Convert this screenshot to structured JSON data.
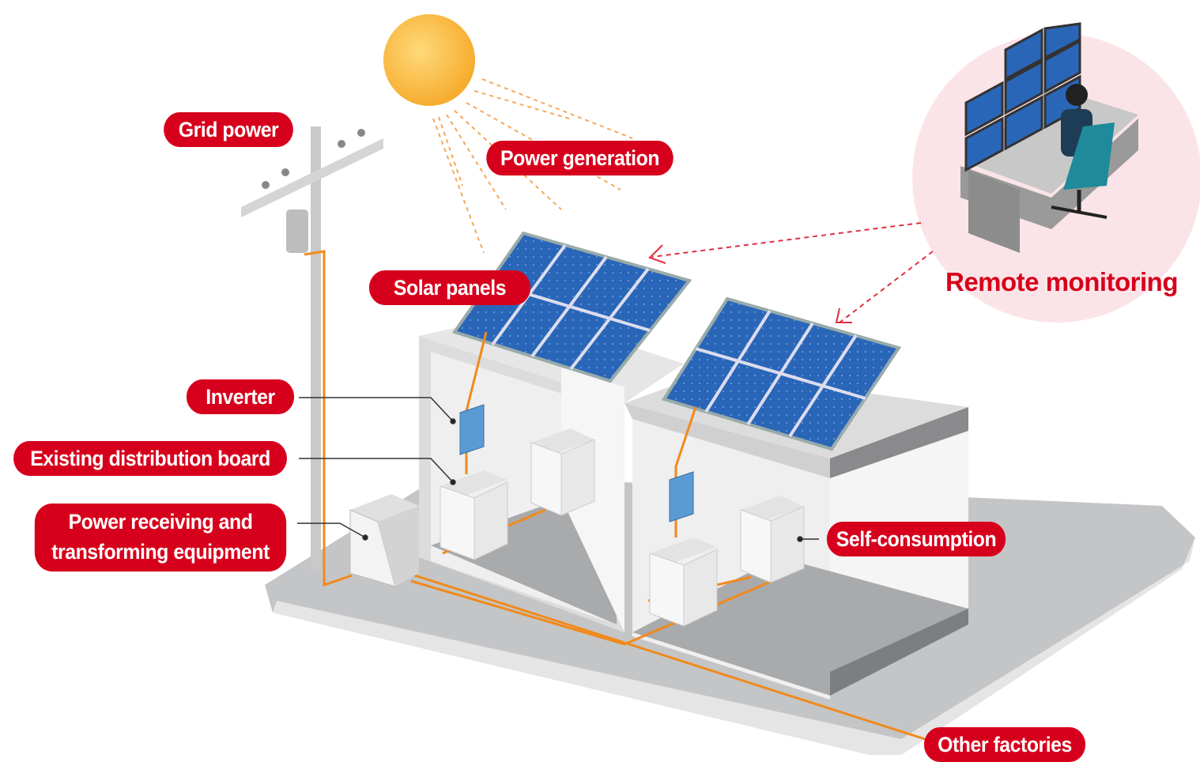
{
  "labels": {
    "grid_power": "Grid power",
    "power_generation": "Power generation",
    "solar_panels": "Solar panels",
    "inverter": "Inverter",
    "distribution_board": "Existing distribution board",
    "power_receiving_line1": "Power receiving and",
    "power_receiving_line2": "transforming equipment",
    "self_consumption": "Self-consumption",
    "other_factories": "Other factories",
    "remote_monitoring": "Remote monitoring"
  },
  "colors": {
    "accent_red": "#d7001c",
    "cable_orange": "#f08a1c",
    "panel_blue": "#2a66b8",
    "monitoring_bg": "#fbe4e7"
  }
}
